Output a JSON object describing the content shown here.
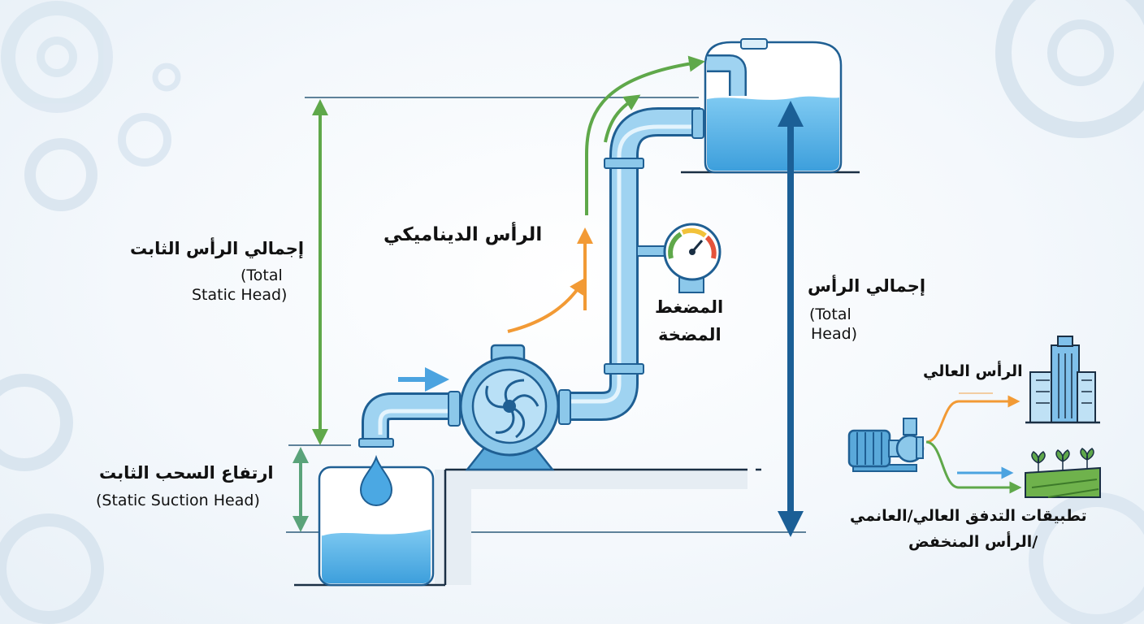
{
  "labels": {
    "total_static_head_ar": "إجمالي الرأس الثابت",
    "total_static_head_en_1": "(Total",
    "total_static_head_en_2": "Static Head)",
    "static_suction_head_ar": "ارتفاع السحب الثابت",
    "static_suction_head_en": "(Static Suction Head)",
    "dynamic_head_ar": "الرأس الديناميكي",
    "pump_pressure_ar_1": "المضغط",
    "pump_pressure_ar_2": "المضخة",
    "total_head_ar": "إجمالي الرأس",
    "total_head_en_1": "(Total",
    "total_head_en_2": "Head)",
    "high_head_ar": "الرأس العالي",
    "applications_ar_1": "تطبيقات التدفق العالي/العانمي",
    "applications_ar_2": "/الرأس المنخفض"
  },
  "colors": {
    "water": "#5cb8ea",
    "pipe": "#8cc8ea",
    "outline": "#1f5f93",
    "green": "#5fa84a",
    "orange": "#f29a35",
    "blue_arrow": "#1b5f96",
    "teal": "#5aa37a"
  },
  "icons": [
    "gear-icon",
    "pressure-gauge-icon",
    "water-drop-icon",
    "building-icon",
    "plants-icon",
    "pump-motor-icon"
  ]
}
